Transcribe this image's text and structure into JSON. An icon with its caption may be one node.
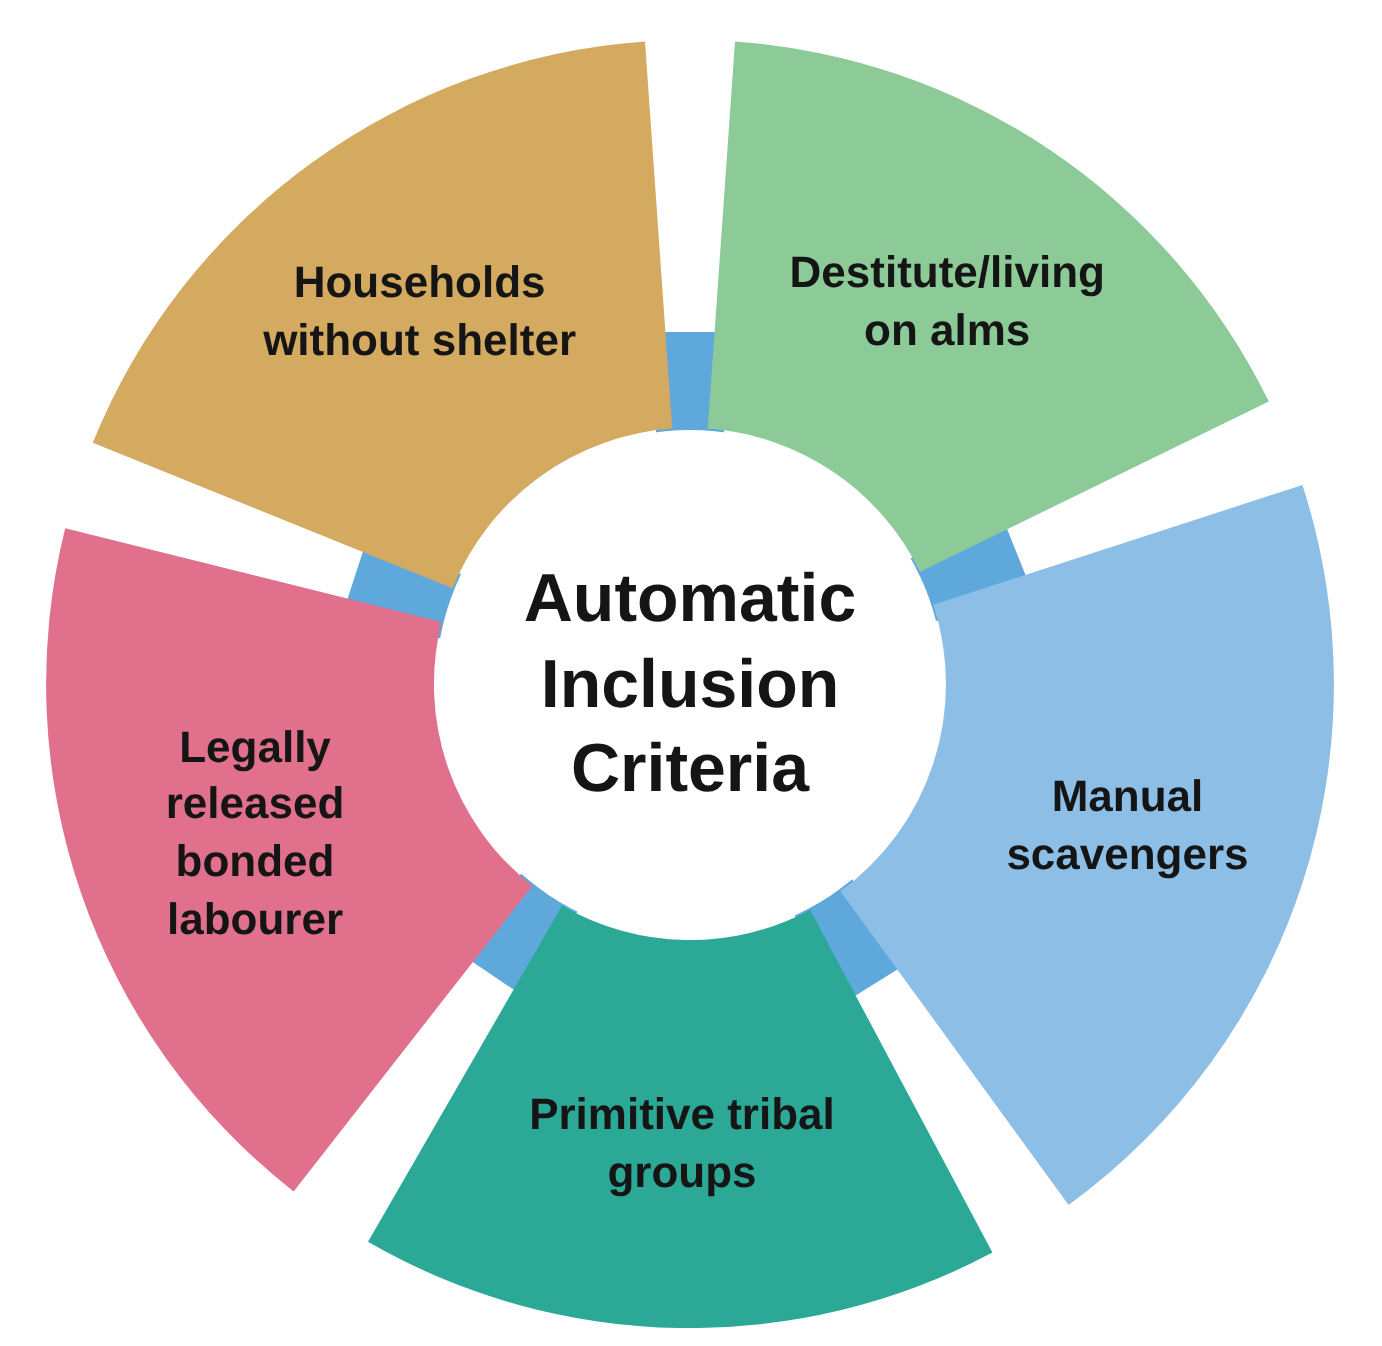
{
  "diagram": {
    "nodes": [
      {
        "text": [
          "Automatic Inclusion Criteria"
        ]
      },
      {
        "text": [
          "Households without shelter"
        ]
      },
      {
        "text": [
          "Destitute/living on alms"
        ]
      },
      {
        "text": [
          "Manual scavengers"
        ]
      },
      {
        "text": [
          "Primitive tribal groups"
        ]
      },
      {
        "text": [
          "Legally released bonded labourer"
        ]
      }
    ],
    "edges": []
  }
}
